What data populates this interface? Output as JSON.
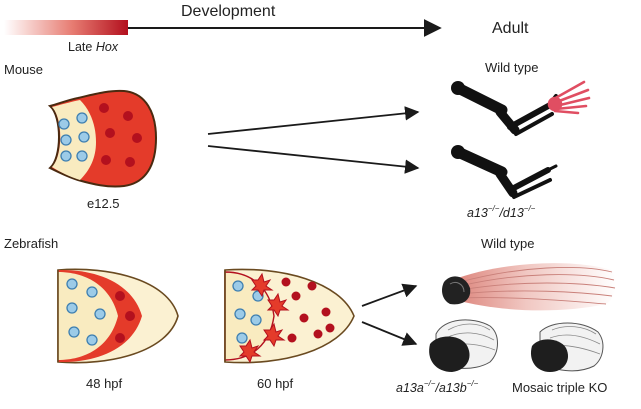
{
  "header": {
    "development": "Development",
    "adult": "Adult",
    "late_prefix": "Late ",
    "late_gene": "Hox"
  },
  "mouse": {
    "section_label": "Mouse",
    "stage": "e12.5",
    "wild_type": "Wild type",
    "mutant_a": "a13",
    "mutant_a_sup": "−/−",
    "mutant_sep": "/",
    "mutant_b": "d13",
    "mutant_b_sup": "−/−"
  },
  "zebrafish": {
    "section_label": "Zebrafish",
    "stage_1": "48 hpf",
    "stage_2": "60 hpf",
    "wild_type": "Wild type",
    "mutant_a": "a13a",
    "mutant_a_sup": "−/−",
    "mutant_sep": "/",
    "mutant_b": "a13b",
    "mutant_b_sup": "−/−",
    "mosaic": "Mosaic triple KO"
  },
  "colors": {
    "hox_red": "#e0392a",
    "dark_red": "#b3101e",
    "cream": "#f9ebc0",
    "blue_cell": "#8ec5e6",
    "bone": "#111111",
    "fin_ray": "#e8b4ae",
    "arrow": "#1a1a1a"
  }
}
